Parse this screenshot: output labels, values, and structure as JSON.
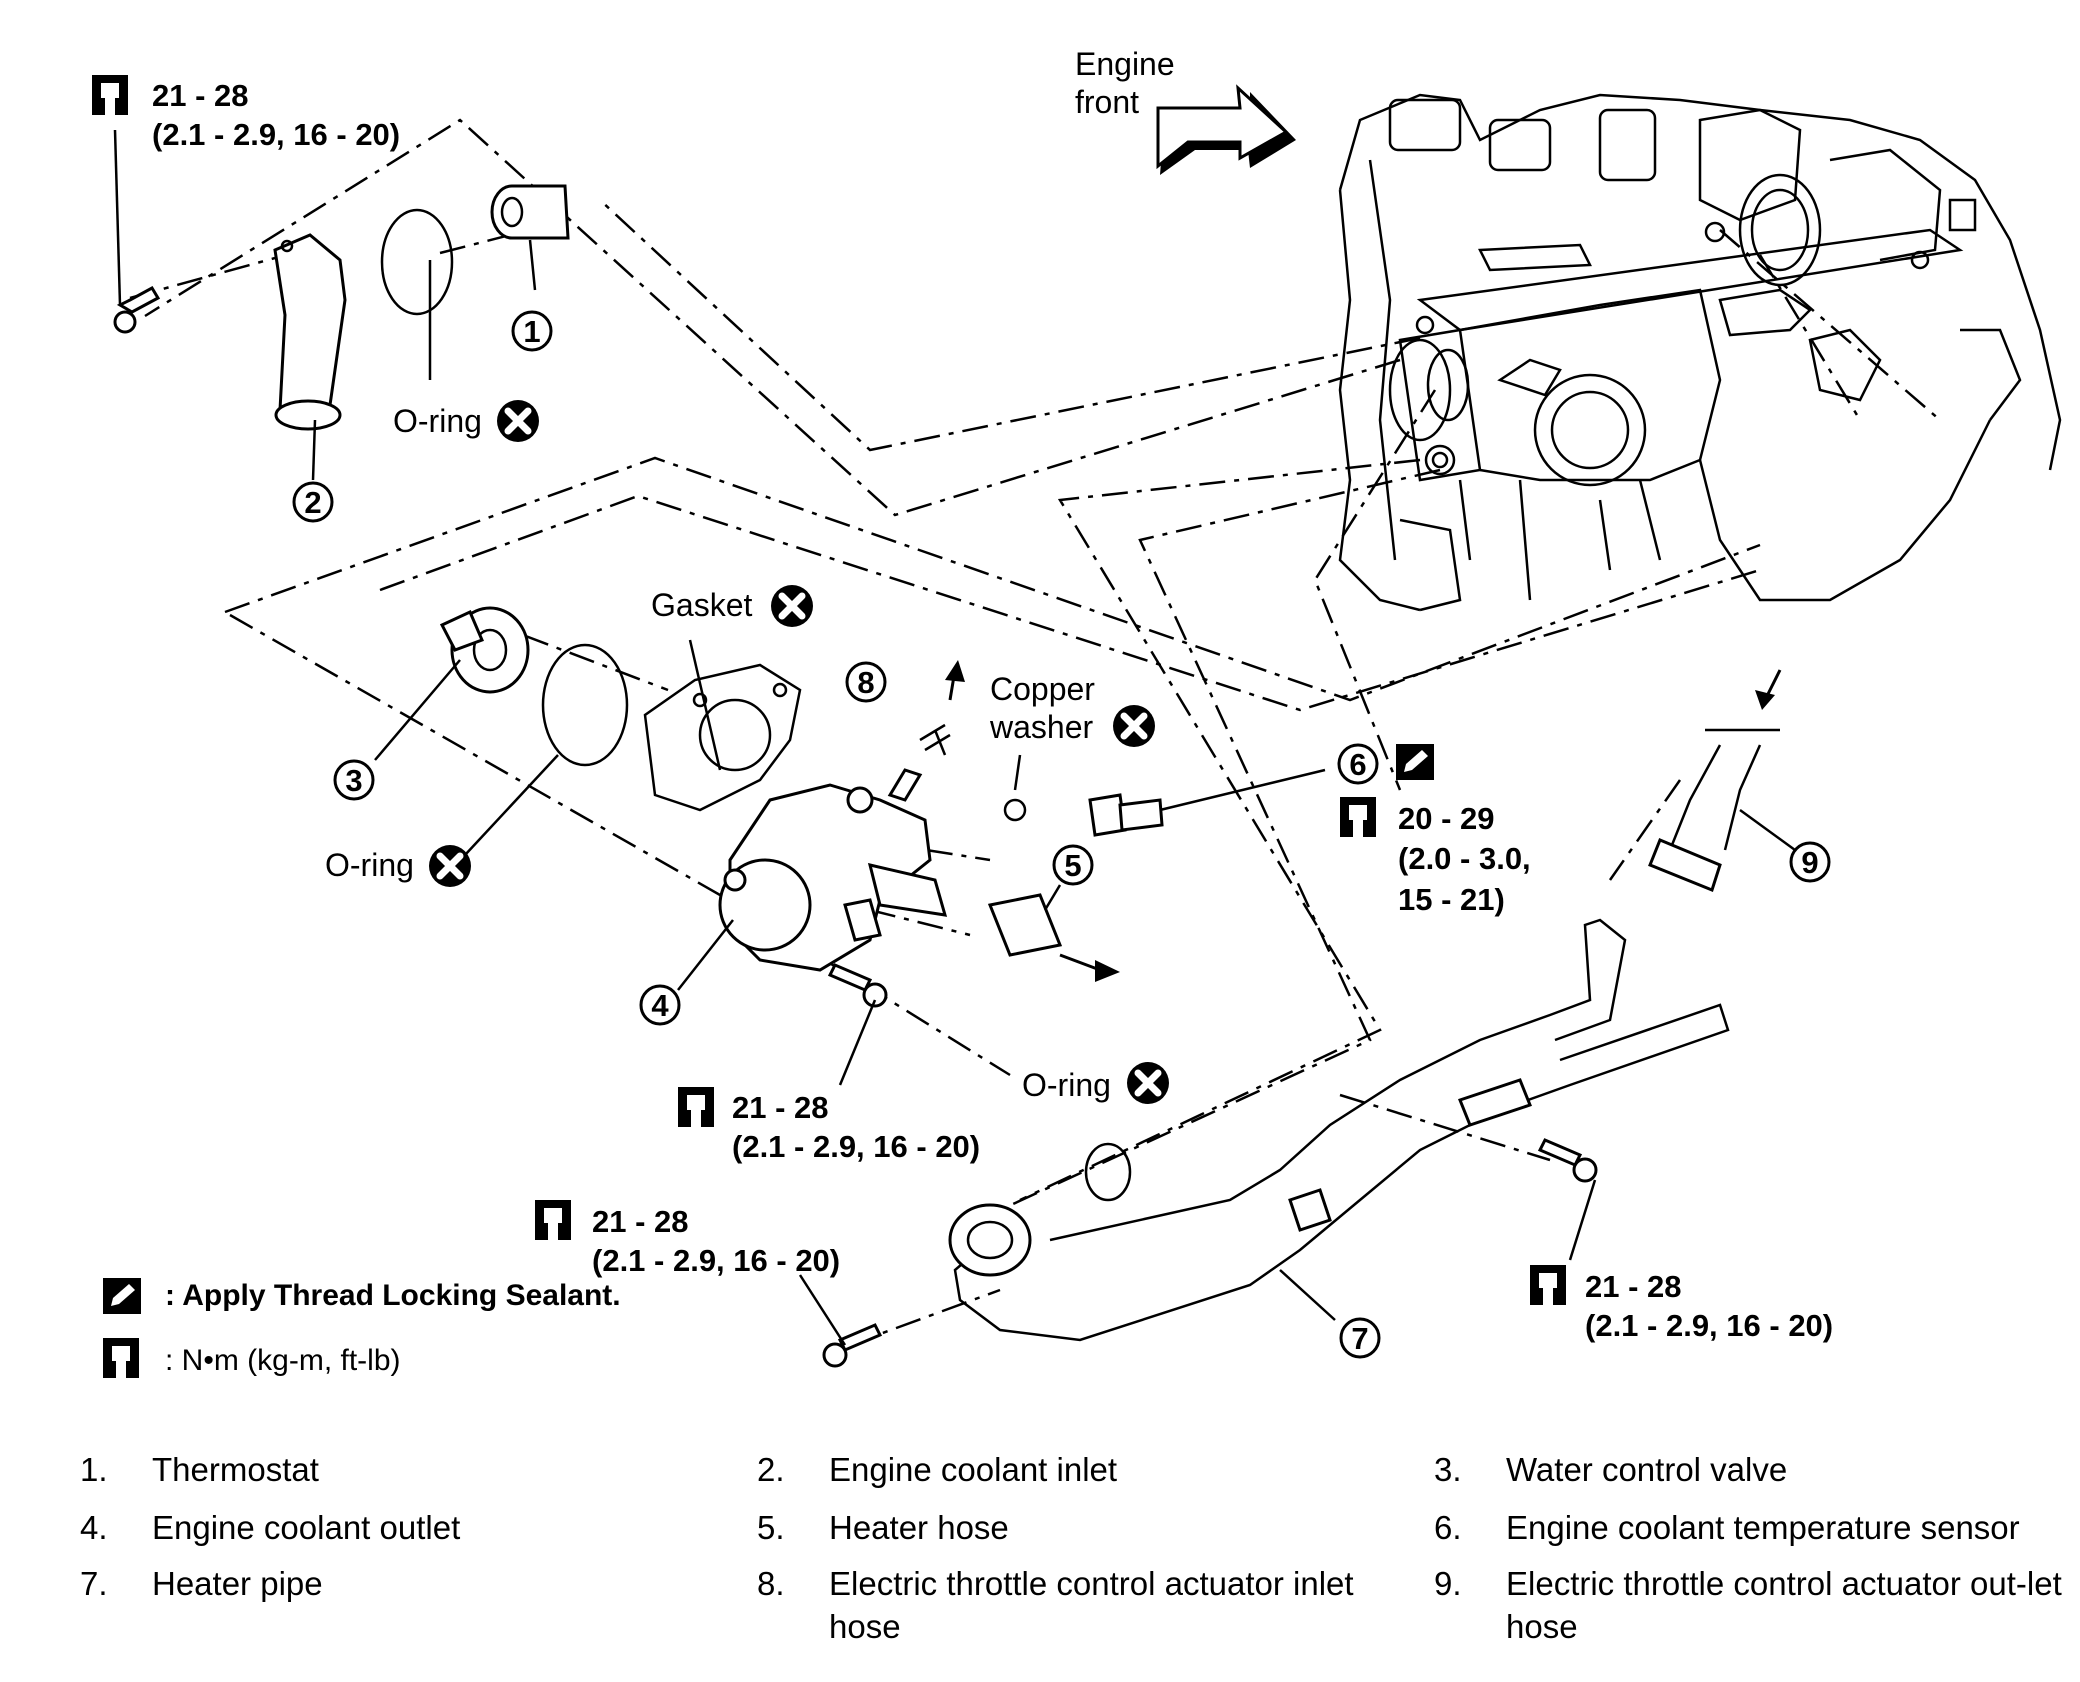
{
  "labels": {
    "engine_front": [
      "Engine",
      "front"
    ],
    "o_ring": "O-ring",
    "gasket": "Gasket",
    "copper_washer": [
      "Copper",
      "washer"
    ]
  },
  "torques": {
    "t1": [
      "21 - 28",
      "(2.1 - 2.9, 16 - 20)"
    ],
    "t2": [
      "21 - 28",
      "(2.1 - 2.9, 16 - 20)"
    ],
    "t3": [
      "21 - 28",
      "(2.1 - 2.9, 16 - 20)"
    ],
    "t4": [
      "21 - 28",
      "(2.1 - 2.9, 16 - 20)"
    ],
    "t6": [
      "20 - 29",
      "(2.0 - 3.0,",
      "15 - 21)"
    ]
  },
  "callouts": [
    "1",
    "2",
    "3",
    "4",
    "5",
    "6",
    "7",
    "8",
    "9"
  ],
  "legend": {
    "sealant": ": Apply Thread Locking Sealant.",
    "torque_unit": ": N•m  (kg-m,  ft-lb)"
  },
  "parts": [
    {
      "num": "1.",
      "name": "Thermostat"
    },
    {
      "num": "2.",
      "name": "Engine coolant inlet"
    },
    {
      "num": "3.",
      "name": "Water control valve"
    },
    {
      "num": "4.",
      "name": "Engine coolant outlet"
    },
    {
      "num": "5.",
      "name": "Heater hose"
    },
    {
      "num": "6.",
      "name": "Engine coolant temperature sensor"
    },
    {
      "num": "7.",
      "name": "Heater pipe"
    },
    {
      "num": "8.",
      "name": "Electric throttle control actuator inlet hose"
    },
    {
      "num": "9.",
      "name": "Electric throttle control actuator out-let hose"
    }
  ]
}
